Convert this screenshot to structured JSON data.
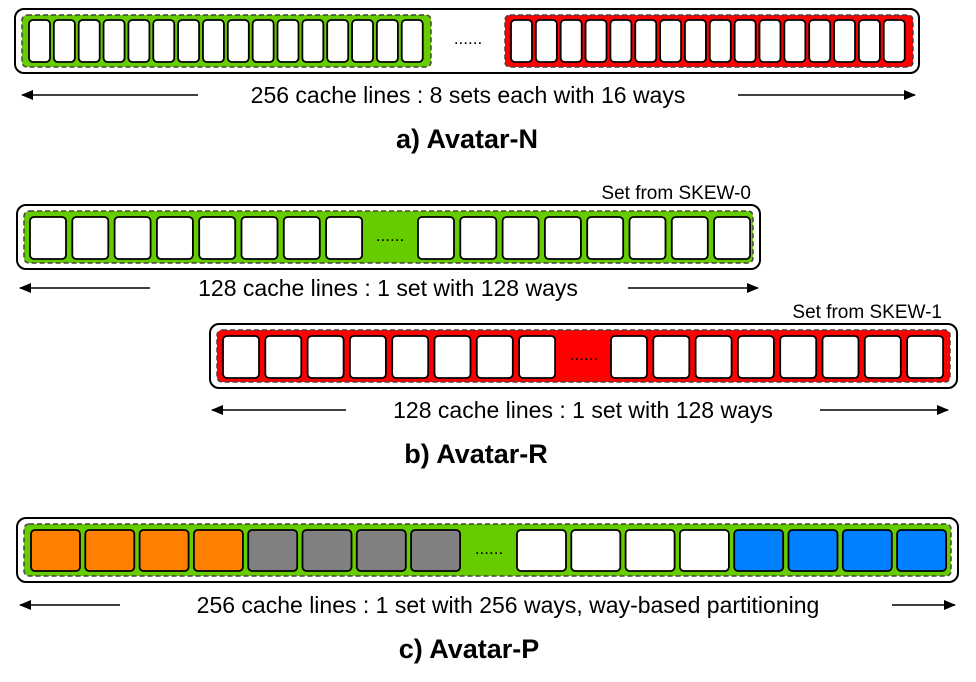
{
  "colors": {
    "green": "#66cc00",
    "red": "#ff0000",
    "orange": "#ff8000",
    "gray": "#808080",
    "blue": "#0080ff",
    "white": "#ffffff",
    "outline": "#000000"
  },
  "ellipsis": "......",
  "avatar_n": {
    "caption": "a) Avatar-N",
    "span_label": "256 cache lines : 8 sets each with 16 ways",
    "first_set_color": "green",
    "last_set_color": "red",
    "ways_per_set": 16
  },
  "avatar_r": {
    "caption": "b) Avatar-R",
    "skew0": {
      "label": "Set from SKEW-0",
      "span_label": "128 cache lines : 1 set with 128 ways",
      "color": "green"
    },
    "skew1": {
      "label": "Set from SKEW-1",
      "span_label": "128 cache lines : 1 set with 128 ways",
      "color": "red"
    }
  },
  "avatar_p": {
    "caption": "c) Avatar-P",
    "span_label": "256 cache lines : 1 set with 256 ways, way-based partitioning",
    "set_color": "green",
    "partitions_before_gap": [
      "orange",
      "orange",
      "orange",
      "orange",
      "gray",
      "gray",
      "gray",
      "gray"
    ],
    "partitions_after_gap": [
      "white",
      "white",
      "white",
      "white",
      "blue",
      "blue",
      "blue",
      "blue"
    ]
  }
}
